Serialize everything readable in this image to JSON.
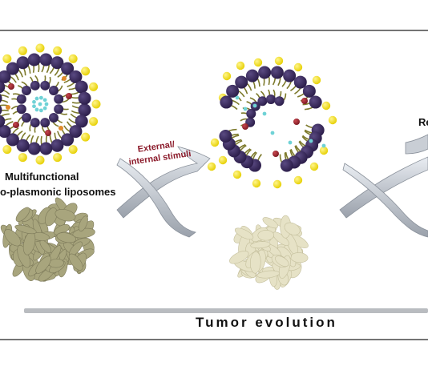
{
  "labels": {
    "liposome_line1": "Multifunctional",
    "liposome_line2": "o-plasmonic liposomes",
    "stimuli_line1": "External/",
    "stimuli_line2": "internal stimuli",
    "right_edge_text": "Re",
    "axis_label": "Tumor evolution"
  },
  "colors": {
    "head_purple": "#3a2a5e",
    "tail_olive": "#7d7a2c",
    "gold_np": "#f2e21a",
    "red_np": "#9b2530",
    "cyan_dot": "#6fd2d6",
    "orange_np": "#e08a2a",
    "tumor_large": "#a8a57d",
    "tumor_small": "#e6e2c6",
    "arrow_gray": "#b8bec7",
    "stimuli_text": "#8b1a2a"
  },
  "icons": [
    "liposome-icon",
    "ruptured-liposome-icon",
    "curved-arrow-icon",
    "tumor-cluster-icon"
  ]
}
